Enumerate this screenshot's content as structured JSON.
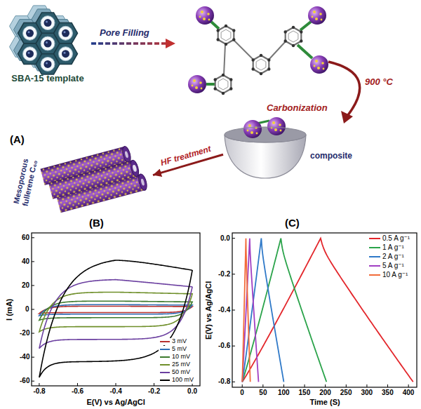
{
  "diagram": {
    "nodes": [
      {
        "text": [
          "SBA-15 template"
        ]
      },
      {
        "text": [
          "composite"
        ]
      },
      {
        "text": [
          "Mesoporous fullerene C₆₀"
        ]
      }
    ],
    "edges": [
      {
        "from": 1,
        "to": 2,
        "arrow": "to",
        "label": "HF treatment"
      }
    ],
    "labels": [
      "Pore Filling",
      "Carbonization",
      "900 °C",
      "(A)",
      "(B)",
      "(C)",
      "60",
      "40",
      "20",
      "0",
      "-20",
      "-40",
      "-60",
      "I (mA)",
      "-0.8",
      "-0.6",
      "-0.4",
      "-0.2",
      "0.0",
      "E(V) vs Ag/AgCl",
      "0.0",
      "-0.2",
      "-0.4",
      "-0.6",
      "-0.8",
      "E(V) vs Ag/AgCl",
      "0",
      "50",
      "100",
      "150",
      "200",
      "250",
      "300",
      "350",
      "400",
      "Time (S)"
    ],
    "legend": [
      {
        "text": "3 mV",
        "color": "#b8312f"
      },
      {
        "text": "5 mV",
        "color": "#2f6db5"
      },
      {
        "text": "10 mV",
        "color": "#3d7a2e"
      },
      {
        "text": "25 mV",
        "color": "#6f8f2a"
      },
      {
        "text": "50 mV",
        "color": "#6b3fa0"
      },
      {
        "text": "100 mV",
        "color": "#000000"
      },
      {
        "text": "0.5 A g⁻¹",
        "color": "#e3262b"
      },
      {
        "text": "1 A g⁻¹",
        "color": "#2aa34a"
      },
      {
        "text": "2 A g⁻¹",
        "color": "#2f79c8"
      },
      {
        "text": "5 A g⁻¹",
        "color": "#a13fc3"
      },
      {
        "text": "10 A g⁻¹",
        "color": "#f26b3a"
      }
    ]
  }
}
